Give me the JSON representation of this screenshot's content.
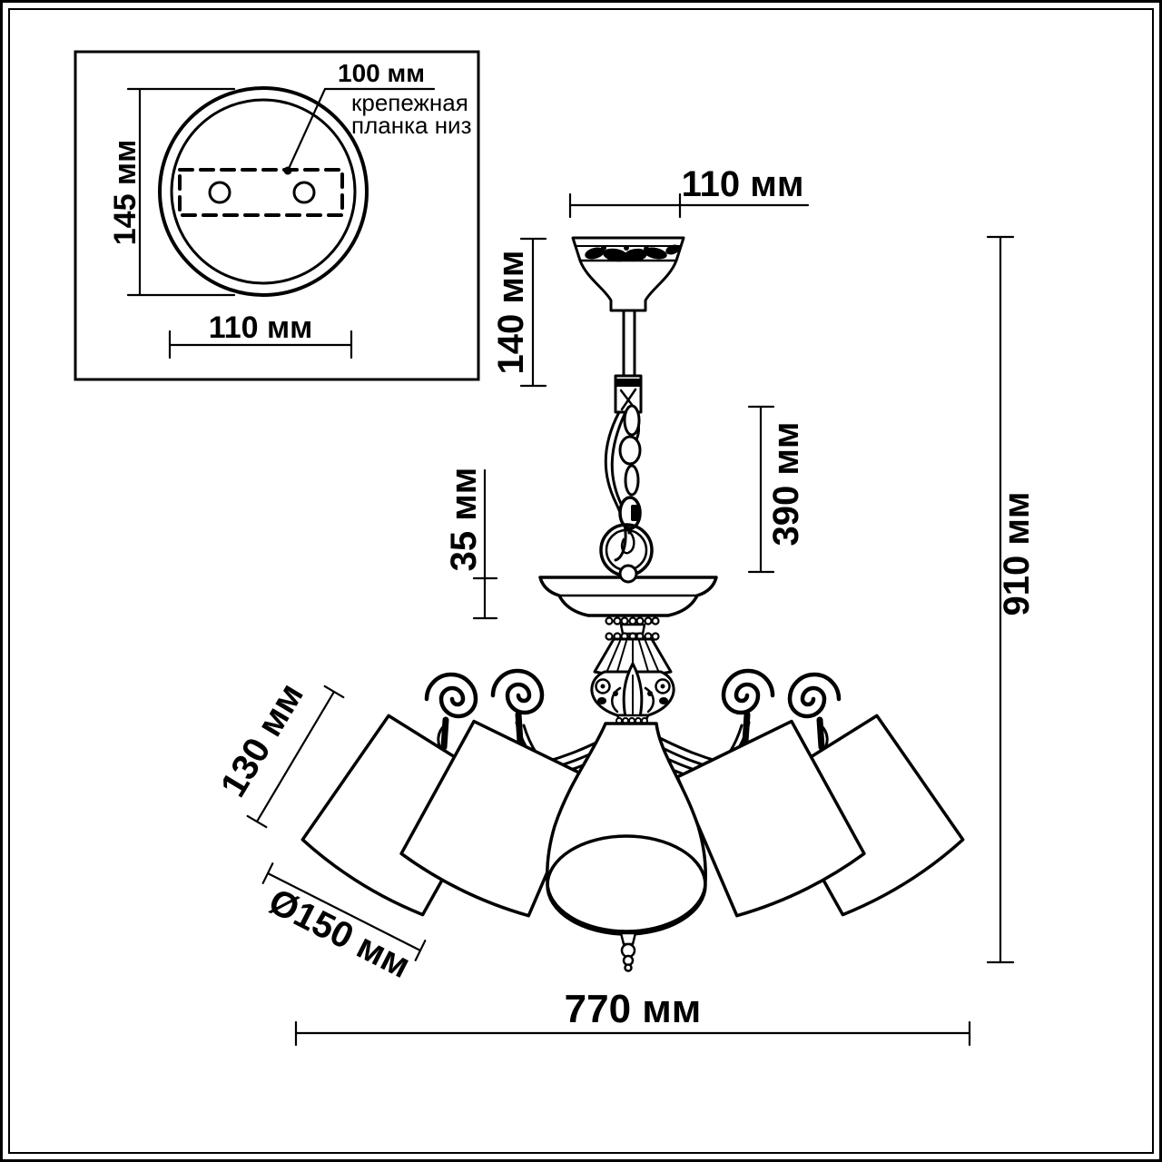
{
  "colors": {
    "ink": "#000000",
    "paper": "#ffffff"
  },
  "inset": {
    "hole_spacing_label": "100 мм",
    "caption_line1": "крепежная",
    "caption_line2": "планка низ",
    "plate_height_label": "145 мм",
    "plate_width_label": "110 мм"
  },
  "dimensions": {
    "canopy_width": "110 мм",
    "canopy_drop": "140 мм",
    "chain_section": "390 мм",
    "bowl_height": "35 мм",
    "shade_height": "130 мм",
    "shade_diameter": "Ø150 мм",
    "overall_width": "770 мм",
    "overall_height": "910 мм"
  }
}
